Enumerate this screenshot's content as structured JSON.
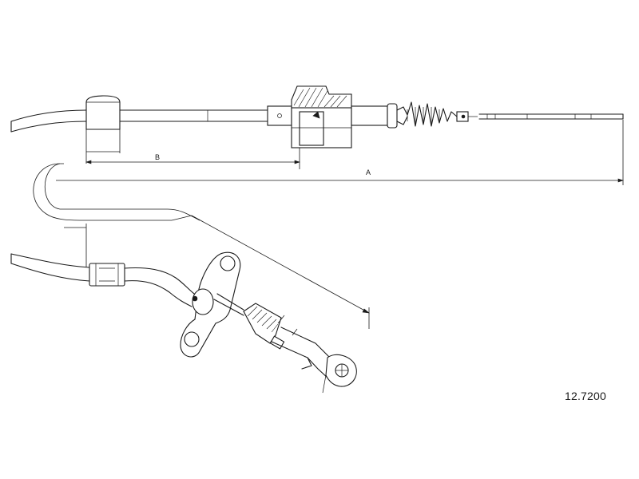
{
  "dimensions": {
    "a_label": "A",
    "b_label": "B"
  },
  "part_number": "12.7200",
  "colors": {
    "line": "#1a1a1a",
    "background": "#ffffff"
  }
}
